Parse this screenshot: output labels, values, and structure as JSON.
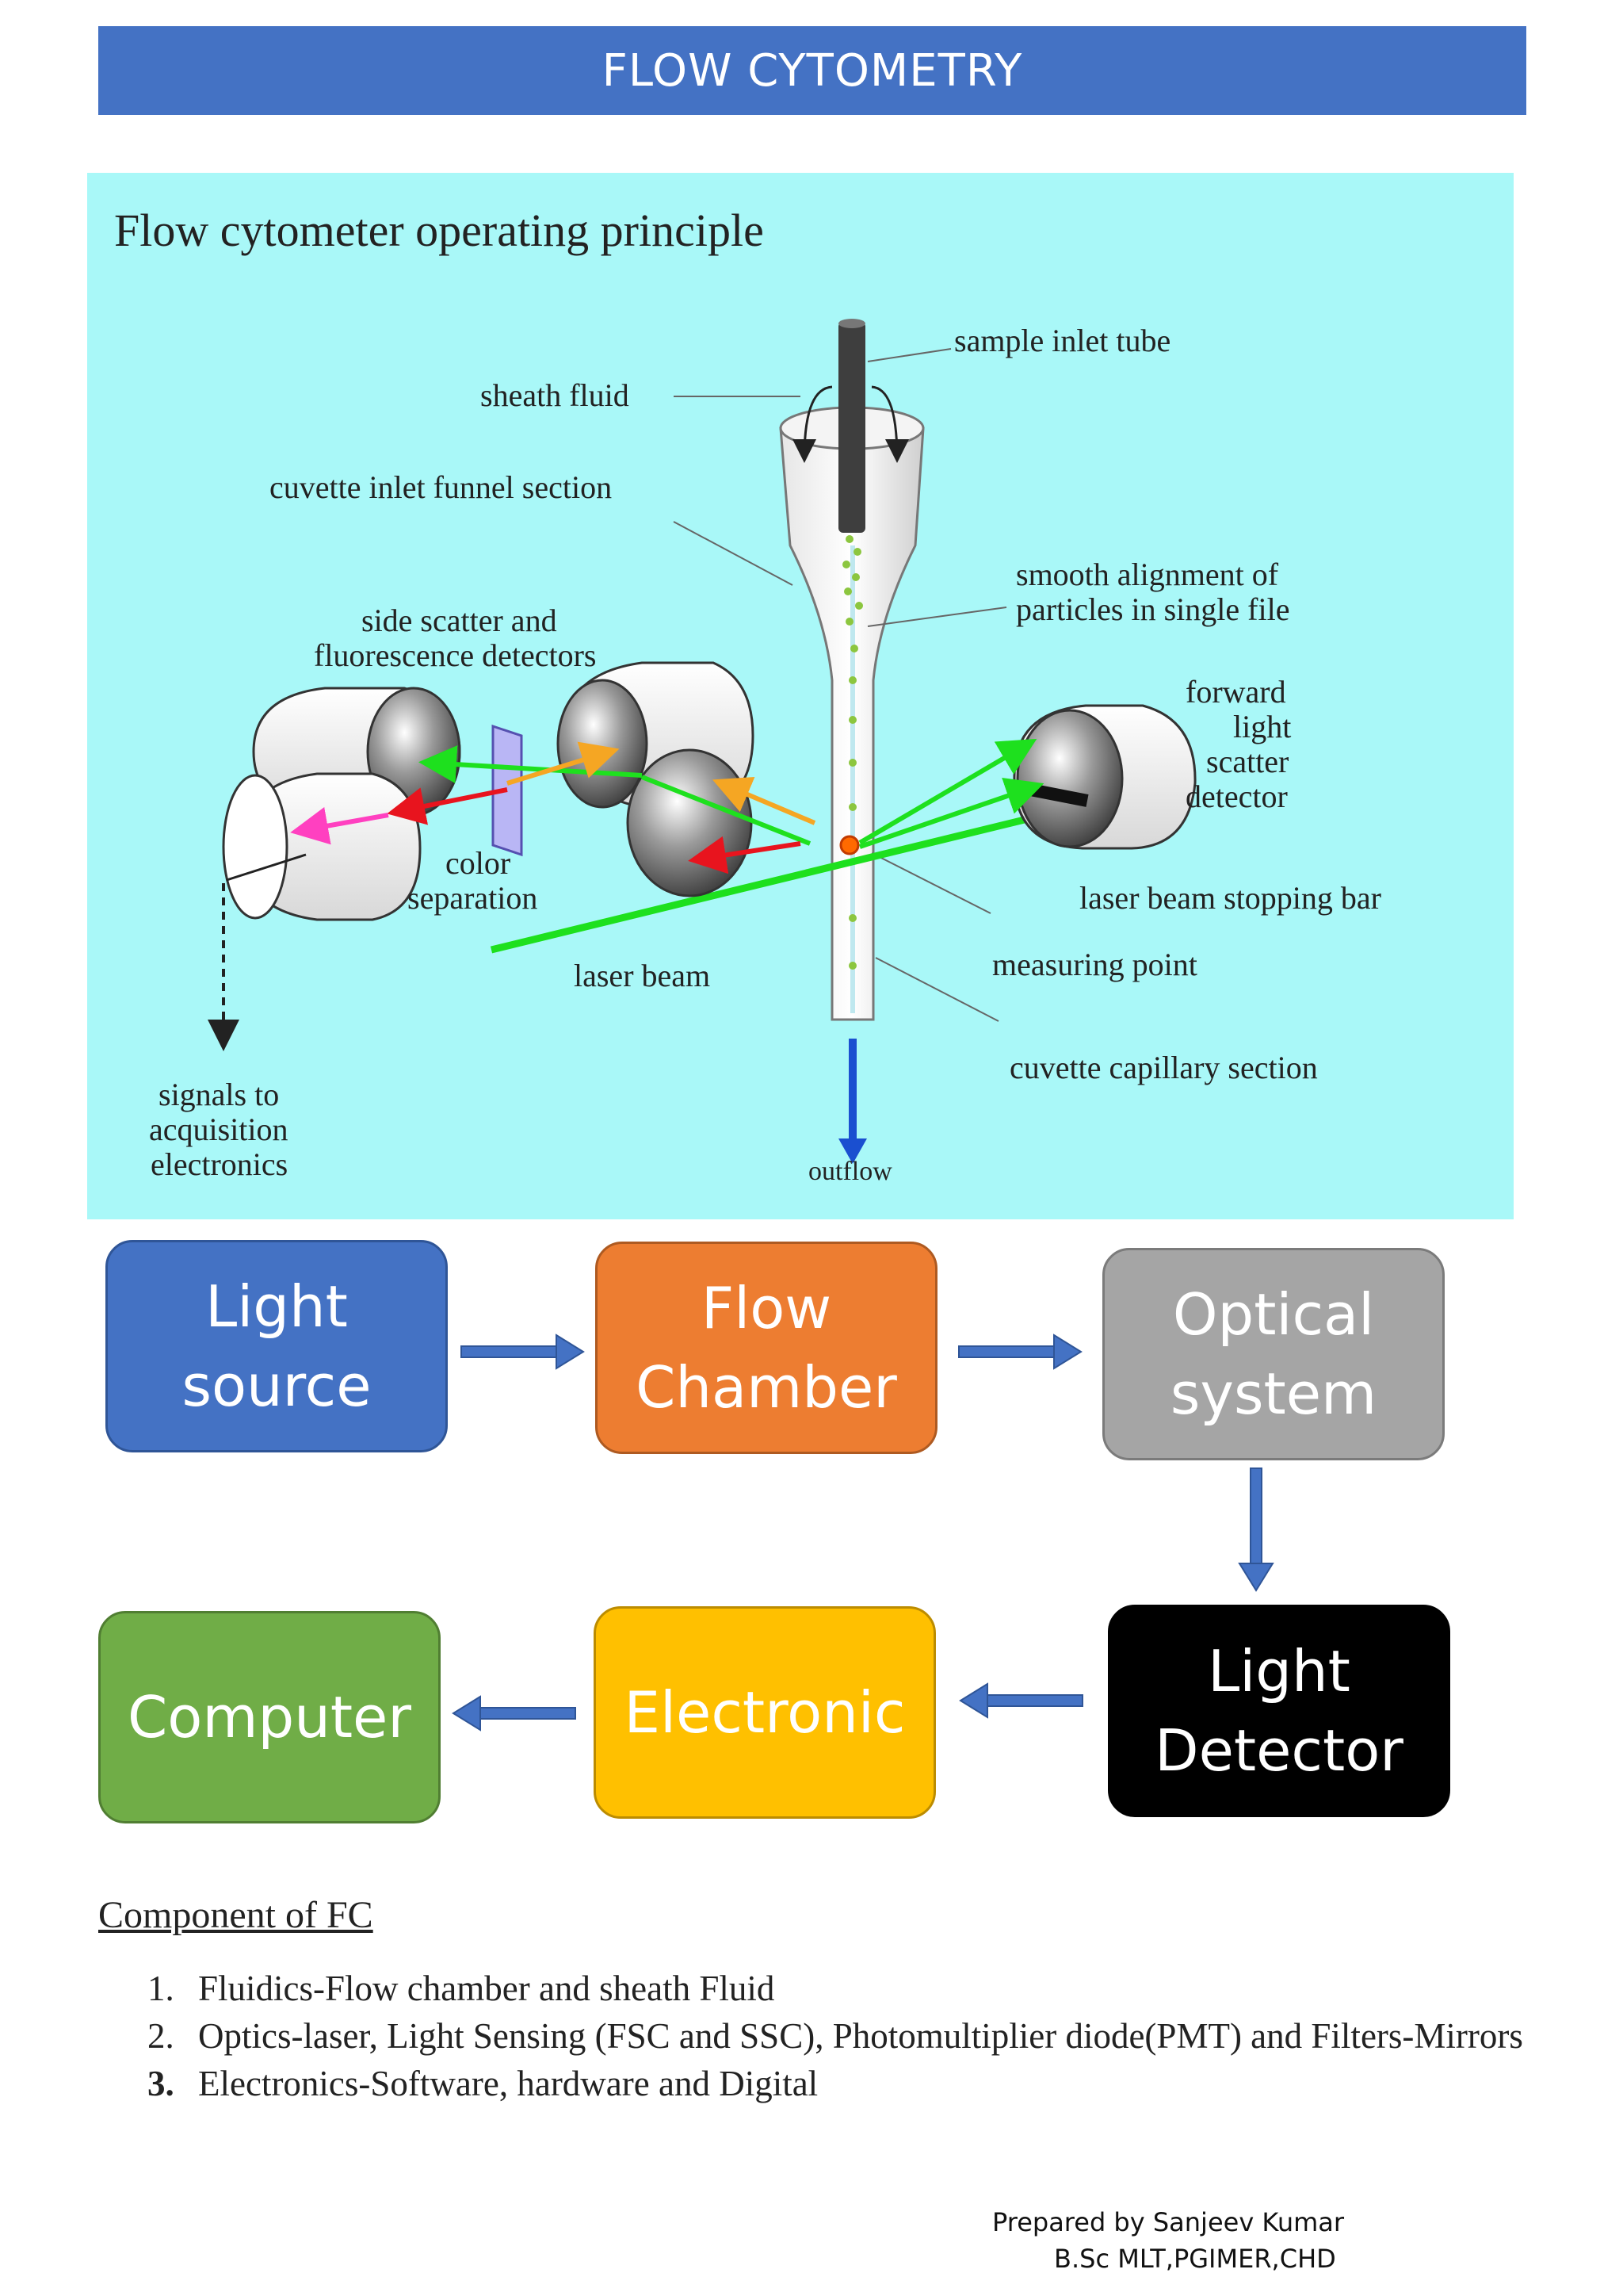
{
  "header": {
    "title": "FLOW CYTOMETRY"
  },
  "figure": {
    "title": "Flow cytometer operating principle",
    "labels": {
      "sample_inlet_tube": "sample inlet tube",
      "sheath_fluid": "sheath fluid",
      "cuvette_inlet_funnel": "cuvette inlet funnel section",
      "smooth_alignment_1": "smooth alignment of",
      "smooth_alignment_2": "particles in single file",
      "side_scatter_1": "side scatter and",
      "side_scatter_2": "fluorescence detectors",
      "forward_1": "forward",
      "forward_2": "light",
      "forward_3": "scatter",
      "forward_4": "detector",
      "color_sep_1": "color",
      "color_sep_2": "separation",
      "laser_stop_bar": "laser beam stopping bar",
      "measuring_point": "measuring point",
      "laser_beam": "laser beam",
      "cuvette_capillary": "cuvette capillary section",
      "signals_1": "signals to",
      "signals_2": "acquisition",
      "signals_3": "electronics",
      "outflow": "outflow"
    },
    "colors": {
      "background": "#a9f8f8",
      "laser": "#1ee01e",
      "scatter_orange": "#f5a623",
      "scatter_red": "#e8141e",
      "scatter_pink": "#ff40c0",
      "outflow_arrow": "#1a4fd0"
    }
  },
  "flow": {
    "boxes": [
      {
        "line1": "Light",
        "line2": "source",
        "color": "#4472c4",
        "text_color": "#ffffff"
      },
      {
        "line1": "Flow",
        "line2": "Chamber",
        "color": "#ed7d31",
        "text_color": "#ffffff"
      },
      {
        "line1": "Optical",
        "line2": "system",
        "color": "#a5a5a5",
        "text_color": "#ffffff"
      },
      {
        "line1": "Light",
        "line2": "Detector",
        "color": "#000000",
        "text_color": "#ffffff"
      },
      {
        "line1": "Electronic",
        "line2": "",
        "color": "#ffc000",
        "text_color": "#ffffff"
      },
      {
        "line1": "Computer",
        "line2": "",
        "color": "#70ad47",
        "text_color": "#ffffff"
      }
    ],
    "arrow_color": "#4472c4"
  },
  "components": {
    "heading": "Component of FC",
    "items": [
      {
        "num": "1.",
        "text": "Fluidics-Flow chamber and sheath Fluid"
      },
      {
        "num": "2.",
        "text": "Optics-laser, Light Sensing (FSC and SSC), Photomultiplier diode(PMT) and Filters-Mirrors"
      },
      {
        "num": "3.",
        "text": "Electronics-Software, hardware and Digital"
      }
    ]
  },
  "footer": {
    "line1": "Prepared by Sanjeev Kumar",
    "line2": "B.Sc MLT,PGIMER,CHD"
  }
}
